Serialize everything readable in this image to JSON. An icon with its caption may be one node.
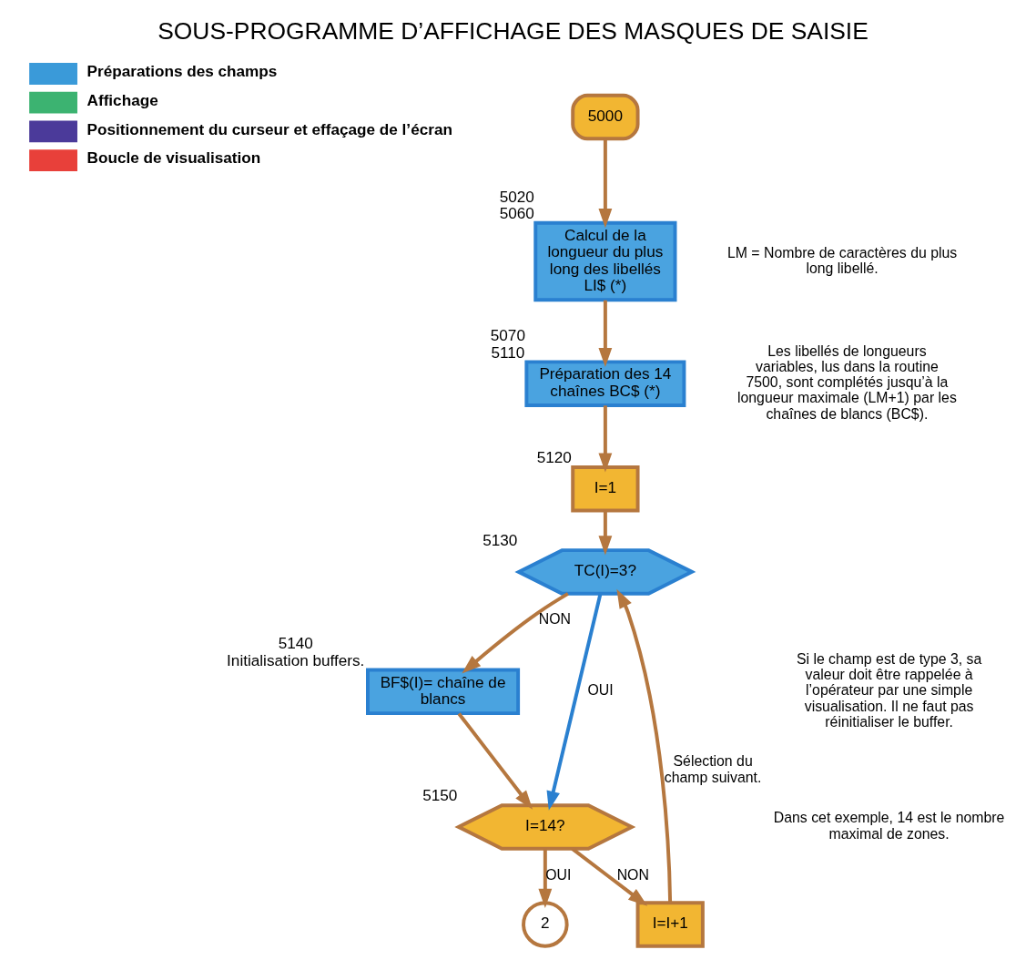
{
  "diagram": {
    "title": "SOUS-PROGRAMME D’AFFICHAGE DES MASQUES DE SAISIE",
    "nodes": [
      {
        "text": [
          "5000"
        ]
      },
      {
        "text": [
          "Calcul de la longueur du plus long des libellés LI$ (*)"
        ],
        "beside": [
          "5020",
          "5060"
        ]
      },
      {
        "text": [
          "Préparation des 14 chaînes BC$ (*)"
        ],
        "beside": [
          "5070",
          "5110"
        ]
      },
      {
        "text": [
          "I=1"
        ],
        "beside": [
          "5120"
        ]
      },
      {
        "text": [
          "TC(I)=3?"
        ],
        "beside": [
          "5130"
        ]
      },
      {
        "text": [
          "BF$(I)= chaîne de blancs"
        ],
        "beside": [
          "5140",
          "Initialisation buffers."
        ]
      },
      {
        "text": [
          "I=14?"
        ],
        "beside": [
          "5150"
        ]
      },
      {
        "text": [
          "I=I+1"
        ]
      },
      {
        "text": [
          "2"
        ]
      }
    ],
    "edges": [
      {
        "from": 0,
        "to": 1,
        "arrow": "to"
      },
      {
        "from": 1,
        "to": 2,
        "arrow": "to"
      },
      {
        "from": 2,
        "to": 3,
        "arrow": "to"
      },
      {
        "from": 3,
        "to": 4,
        "arrow": "to"
      },
      {
        "from": 4,
        "to": 5,
        "arrow": "to",
        "label": "NON"
      },
      {
        "from": 4,
        "to": 6,
        "arrow": "to",
        "label": "OUI",
        "color": "#2a80d0"
      },
      {
        "from": 5,
        "to": 6,
        "arrow": "to"
      },
      {
        "from": 6,
        "to": 7,
        "arrow": "to",
        "label": "NON"
      },
      {
        "from": 7,
        "to": 4,
        "arrow": "to",
        "label": "Sélection du champ suivant."
      },
      {
        "from": 6,
        "to": 8,
        "arrow": "to",
        "label": "OUI"
      }
    ],
    "labels": [
      "LM = Nombre de caractères du plus long libellé.",
      "Les libellés de longueurs variables, lus dans la routine 7500, sont complétés jusqu’à la longueur maximale (LM+1) par les chaînes de blancs (BC$).",
      "Si le champ est de type 3, sa valeur doit être rappelée à l’opérateur par une simple visualisation. Il ne faut pas réinitialiser le buffer.",
      "Dans cet exemple, 14 est le nombre maximal de zones."
    ],
    "legend": [
      {
        "text": "Préparations des champs",
        "color": "#3a9ad9"
      },
      {
        "text": "Affichage",
        "color": "#3cb371"
      },
      {
        "text": "Positionnement du curseur et effaçage de l’écran",
        "color": "#4b3a9a"
      },
      {
        "text": "Boucle de visualisation",
        "color": "#e8403a"
      }
    ]
  }
}
